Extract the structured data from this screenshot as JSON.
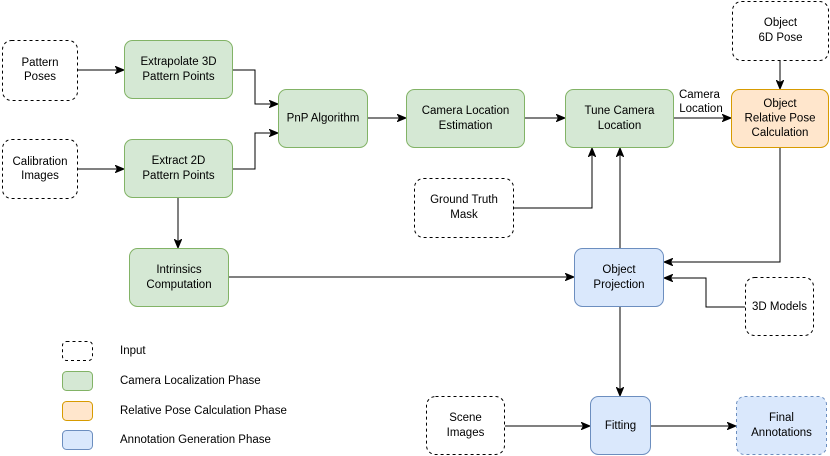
{
  "colors": {
    "input": {
      "fill": "#ffffff",
      "stroke": "#000000"
    },
    "camera_localization": {
      "fill": "#d5e8d4",
      "stroke": "#82b366"
    },
    "relative_pose": {
      "fill": "#ffe6cc",
      "stroke": "#d79b00"
    },
    "annotation_generation": {
      "fill": "#dae8fc",
      "stroke": "#6c8ebf"
    },
    "edge": "#000000"
  },
  "nodes": {
    "pattern_poses": {
      "lines": [
        "Pattern",
        "Poses"
      ]
    },
    "calibration_images": {
      "lines": [
        "Calibration",
        "Images"
      ]
    },
    "extrapolate_3d": {
      "lines": [
        "Extrapolate 3D",
        "Pattern Points"
      ]
    },
    "extract_2d": {
      "lines": [
        "Extract 2D",
        "Pattern Points"
      ]
    },
    "pnp": {
      "lines": [
        "PnP Algorithm"
      ]
    },
    "camera_location_estimation": {
      "lines": [
        "Camera Location",
        "Estimation"
      ]
    },
    "tune_camera_location": {
      "lines": [
        "Tune Camera",
        "Location"
      ]
    },
    "object_6d_pose": {
      "lines": [
        "Object",
        "6D Pose"
      ]
    },
    "object_relative_pose": {
      "lines": [
        "Object",
        "Relative Pose",
        "Calculation"
      ]
    },
    "ground_truth_mask": {
      "lines": [
        "Ground Truth",
        "Mask"
      ]
    },
    "intrinsics_computation": {
      "lines": [
        "Intrinsics",
        "Computation"
      ]
    },
    "object_projection": {
      "lines": [
        "Object",
        "Projection"
      ]
    },
    "models_3d": {
      "lines": [
        "3D Models"
      ]
    },
    "scene_images": {
      "lines": [
        "Scene",
        "Images"
      ]
    },
    "fitting": {
      "lines": [
        "Fitting"
      ]
    },
    "final_annotations": {
      "lines": [
        "Final",
        "Annotations"
      ]
    }
  },
  "edge_labels": {
    "camera_location": [
      "Camera",
      "Location"
    ]
  },
  "legend": [
    {
      "label": "Input"
    },
    {
      "label": "Camera Localization Phase"
    },
    {
      "label": "Relative Pose Calculation Phase"
    },
    {
      "label": "Annotation Generation Phase"
    }
  ]
}
